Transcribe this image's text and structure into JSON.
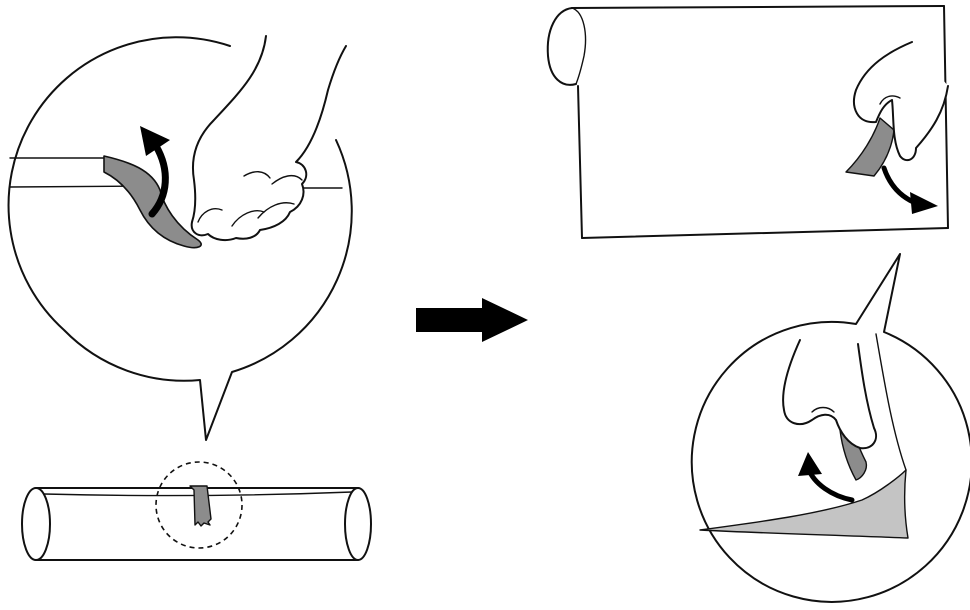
{
  "diagram": {
    "steps": [
      {
        "id": "roll-with-tape",
        "description_visible": ""
      },
      {
        "id": "peel-zoom-left",
        "description_visible": ""
      },
      {
        "id": "sheet-unrolled",
        "description_visible": ""
      },
      {
        "id": "peel-zoom-right",
        "description_visible": ""
      }
    ],
    "colors": {
      "stroke": "#111111",
      "tape": "#8c8c8c",
      "film": "#c4c4c4",
      "background": "#ffffff",
      "arrow": "#000000"
    },
    "icons": [
      "hand-icon",
      "curved-arrow-icon",
      "right-arrow-icon",
      "tape-strip-icon"
    ]
  }
}
